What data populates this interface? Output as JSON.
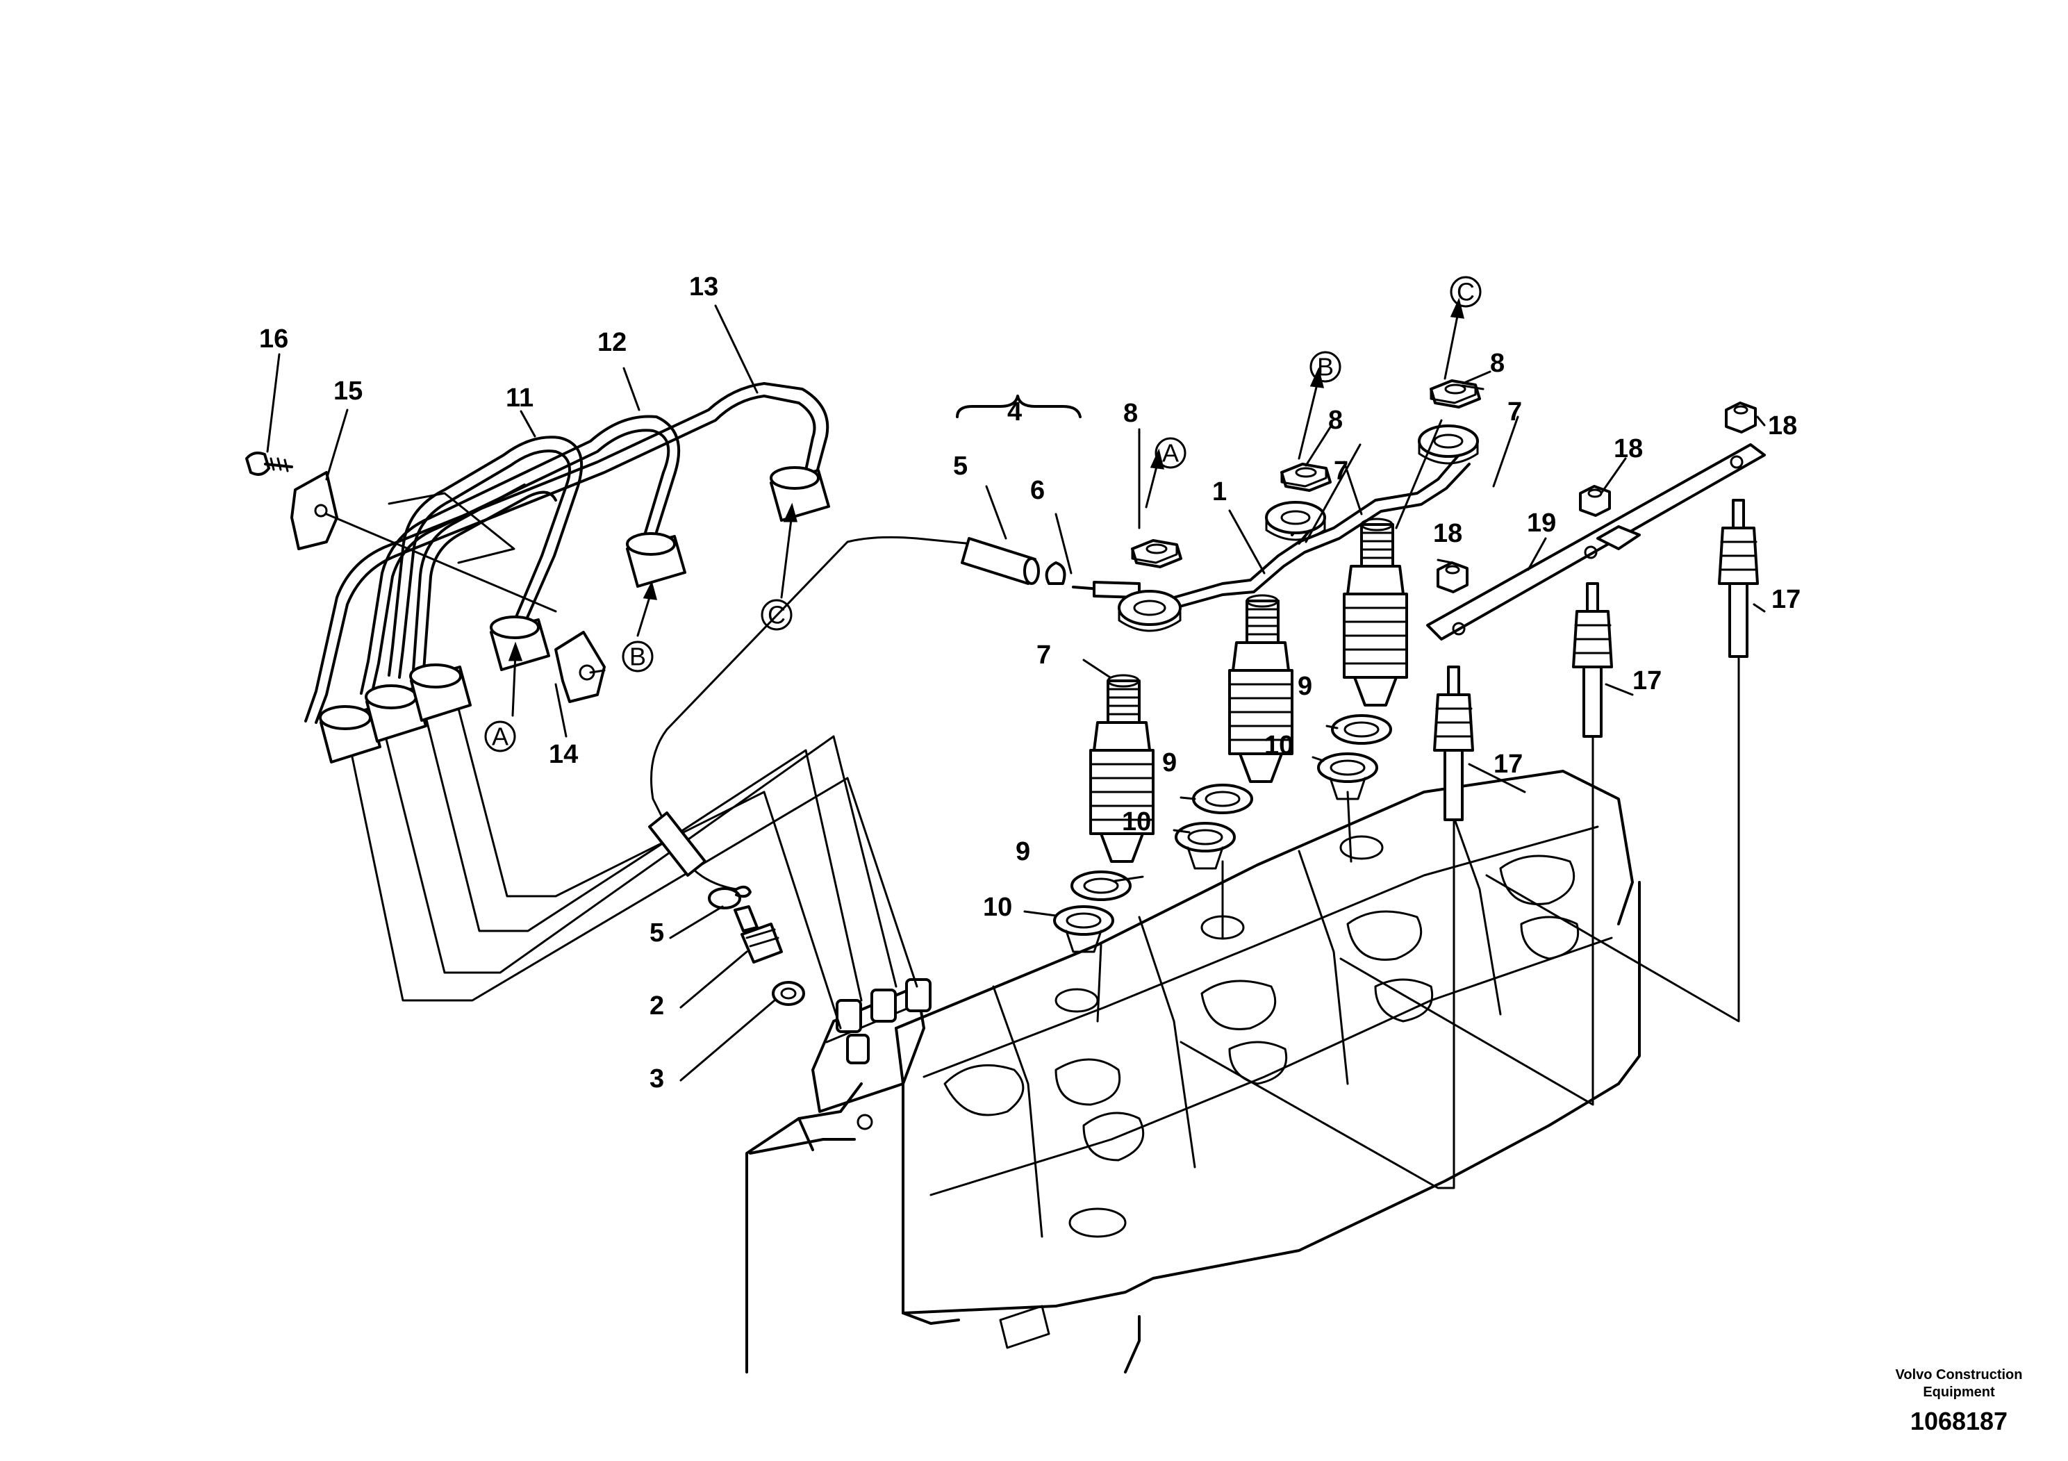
{
  "callouts": {
    "c1": "1",
    "c2": "2",
    "c3": "3",
    "c4": "4",
    "c5a": "5",
    "c5b": "5",
    "c6": "6",
    "c7a": "7",
    "c7b": "7",
    "c7c": "7",
    "c8a": "8",
    "c8b": "8",
    "c8c": "8",
    "c9a": "9",
    "c9b": "9",
    "c9c": "9",
    "c10a": "10",
    "c10b": "10",
    "c10c": "10",
    "c11": "11",
    "c12": "12",
    "c13": "13",
    "c14": "14",
    "c15": "15",
    "c16": "16",
    "c17a": "17",
    "c17b": "17",
    "c17c": "17",
    "c18a": "18",
    "c18b": "18",
    "c18c": "18",
    "c19": "19"
  },
  "refs": {
    "refA1": "A",
    "refB1": "B",
    "refC1": "C",
    "refA2": "A",
    "refB2": "B",
    "refC2": "C"
  },
  "footer": {
    "company_line1": "Volvo Construction",
    "company_line2": "Equipment",
    "drawing_number": "1068187"
  }
}
